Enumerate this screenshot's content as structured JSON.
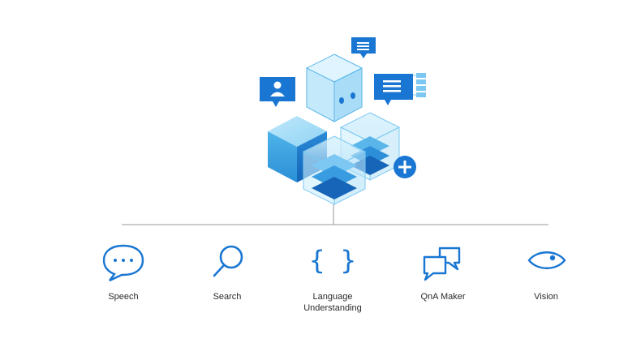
{
  "colors": {
    "primary": "#1976d2",
    "light": "#7cc8f2",
    "line": "#9a9a9a"
  },
  "hero": {
    "name": "bot-cube-cluster-illustration",
    "icons": [
      "person-chat-bubble-icon",
      "message-chat-bubble-icon",
      "list-chat-bubble-icon",
      "plus-circle-icon"
    ]
  },
  "services": [
    {
      "icon": "speech-bubble-icon",
      "label_line1": "Speech",
      "label_line2": ""
    },
    {
      "icon": "search-icon",
      "label_line1": "Search",
      "label_line2": ""
    },
    {
      "icon": "curly-braces-icon",
      "label_line1": "Language",
      "label_line2": "Understanding"
    },
    {
      "icon": "qna-bubbles-icon",
      "label_line1": "QnA Maker",
      "label_line2": ""
    },
    {
      "icon": "eye-icon",
      "label_line1": "Vision",
      "label_line2": ""
    }
  ]
}
